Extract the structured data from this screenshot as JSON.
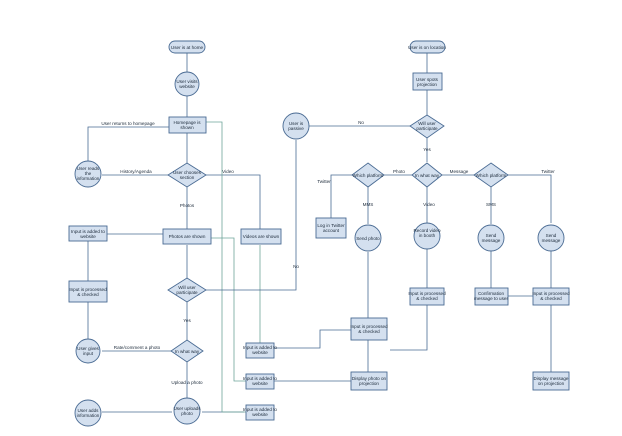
{
  "nodes": {
    "home": "User is at home",
    "visits": "User visits website",
    "homepage": "Homepage is shown",
    "chooses": "User chooses section",
    "reads": "User reads the information",
    "photos_shown": "Photos are shown",
    "videos_shown": "Videos are shown",
    "added_top": "Input is added to website",
    "processed_left": "Input is processed & checked",
    "will_participate_left": "Will user participate",
    "gives_input": "User gives input",
    "what_way_left": "In what way",
    "uploads": "User uploads photo",
    "adds_info": "User adds information",
    "added_a": "Input is added to website",
    "added_b": "Input is added to website",
    "added_c": "Input is added to website",
    "passive": "User is passive",
    "on_location": "User is on location",
    "spots": "User spots projection",
    "will_participate_right": "Will user participate",
    "which_platform_l": "Which platform",
    "what_way_right": "In what way",
    "which_platform_r": "Which platform",
    "twitter_login": "Log in Twitter account",
    "send_photo": "Send photo",
    "record_video": "Record video in booth",
    "send_msg_sms": "Send message",
    "send_msg_tw": "Send message",
    "proc_video": "Input is processed & checked",
    "proc_photo": "Input is processed & checked",
    "confirmation": "Confirmation message to user",
    "proc_msg": "Input is processed & checked",
    "display_photo": "Display photo on projection",
    "display_msg": "Display message on projection"
  },
  "edges": {
    "returns": "User returns to homepage",
    "history": "History/Agenda",
    "video_left": "Video",
    "photos": "Photos",
    "yes_left": "Yes",
    "rate": "Rate/comment a photo",
    "upload": "Upload a photo",
    "no_left": "No",
    "no_right": "No",
    "yes_right": "Yes",
    "photo": "Photo",
    "message": "Message",
    "twitter_l": "Twitter",
    "twitter_r": "Twitter",
    "mms": "MMS",
    "video_right": "Video",
    "sms": "SMS"
  }
}
